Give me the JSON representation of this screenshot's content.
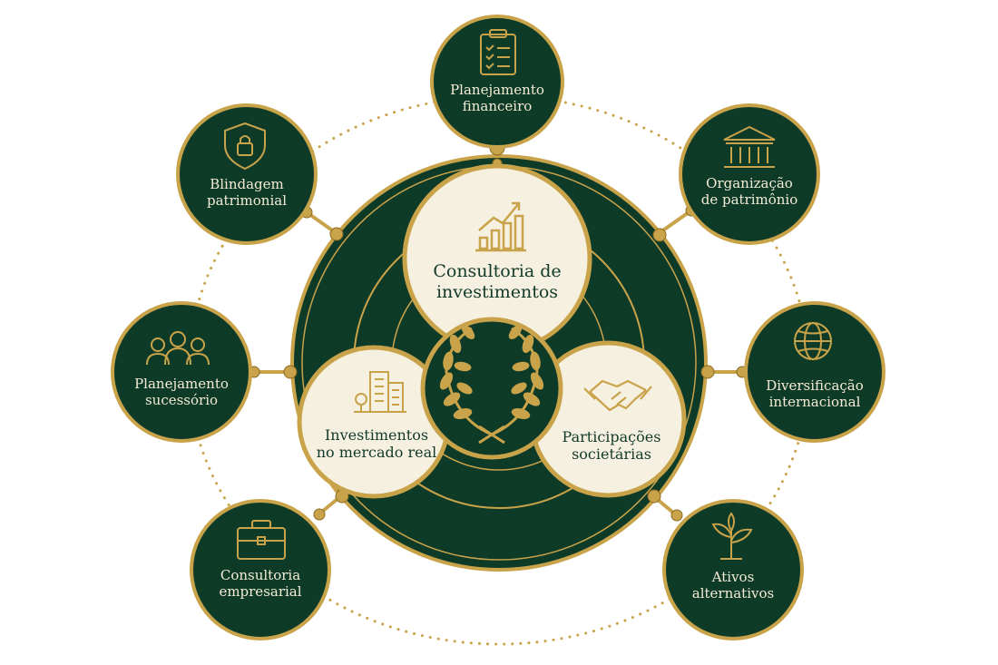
{
  "colors": {
    "green_dark": "#0e3a28",
    "gold": "#c9a34a",
    "gold_light": "#e2c47a",
    "cream": "#f6f0e1",
    "text_light": "#f4ecd6",
    "text_dark": "#123a2a"
  },
  "core": {
    "emblem_icon": "laurel-wreath-icon",
    "inner_services": [
      {
        "label": "Consultoria de\ninvestimentos",
        "icon": "growth-chart-icon"
      },
      {
        "label": "Investimentos\nno mercado real",
        "icon": "buildings-icon"
      },
      {
        "label": "Participações\nsocietárias",
        "icon": "handshake-icon"
      }
    ]
  },
  "outer_services": [
    {
      "label": "Planejamento\nfinanceiro",
      "icon": "checklist-icon"
    },
    {
      "label": "Organização\nde patrimônio",
      "icon": "bank-icon"
    },
    {
      "label": "Diversificação\ninternacional",
      "icon": "globe-icon"
    },
    {
      "label": "Ativos\nalternativos",
      "icon": "sprout-icon"
    },
    {
      "label": "Consultoria\nempresarial",
      "icon": "briefcase-icon"
    },
    {
      "label": "Planejamento\nsucessório",
      "icon": "family-icon"
    },
    {
      "label": "Blindagem\npatrimonial",
      "icon": "shield-lock-icon"
    }
  ]
}
